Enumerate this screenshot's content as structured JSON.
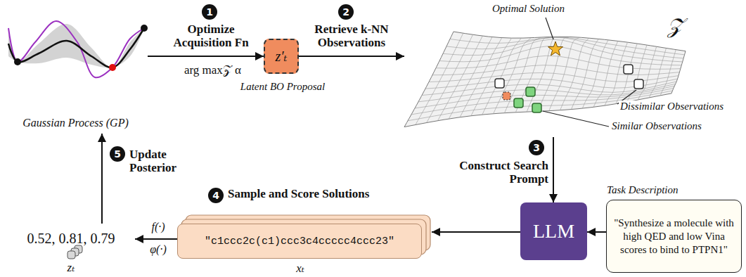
{
  "diagram": {
    "nodes": [
      {
        "text": [
          "Gaussian Process (GP)"
        ]
      },
      {
        "text": [
          "z′ₜ",
          "Latent BO Proposal"
        ]
      },
      {
        "text": [
          "𝒵"
        ]
      },
      {
        "text": [
          "LLM"
        ]
      },
      {
        "text": [
          "Task Description",
          "\"Synthesize a molecule with high QED and low Vina scores to bind to PTPN1\""
        ]
      },
      {
        "text": [
          "\"c1ccc2c(c1)ccc3c4ccccc4ccc23\"",
          "xₜ"
        ]
      },
      {
        "text": [
          "0.52, 0.81, 0.79",
          "zₜ"
        ]
      }
    ],
    "edges": [
      {
        "from": 0,
        "to": 1,
        "arrow": "to",
        "label": "Optimize Acquisition Fn"
      },
      {
        "from": 1,
        "to": 2,
        "arrow": "to",
        "label": "Retrieve k-NN Observations"
      },
      {
        "from": 2,
        "to": 3,
        "arrow": "to",
        "label": "Construct Search Prompt"
      },
      {
        "from": 4,
        "to": 3,
        "arrow": "to"
      },
      {
        "from": 3,
        "to": 5,
        "arrow": "to"
      },
      {
        "from": 5,
        "to": 6,
        "arrow": "to"
      },
      {
        "from": 6,
        "to": 0,
        "arrow": "to",
        "label": "Update Posterior"
      }
    ],
    "labels": [
      "1",
      "2",
      "3",
      "4",
      "5",
      "arg max𝒵 α",
      "Optimal Solution",
      "Dissimilar Observations",
      "Similar Observations",
      "Sample and Score Solutions",
      "f(·)",
      "φ(·)"
    ]
  }
}
